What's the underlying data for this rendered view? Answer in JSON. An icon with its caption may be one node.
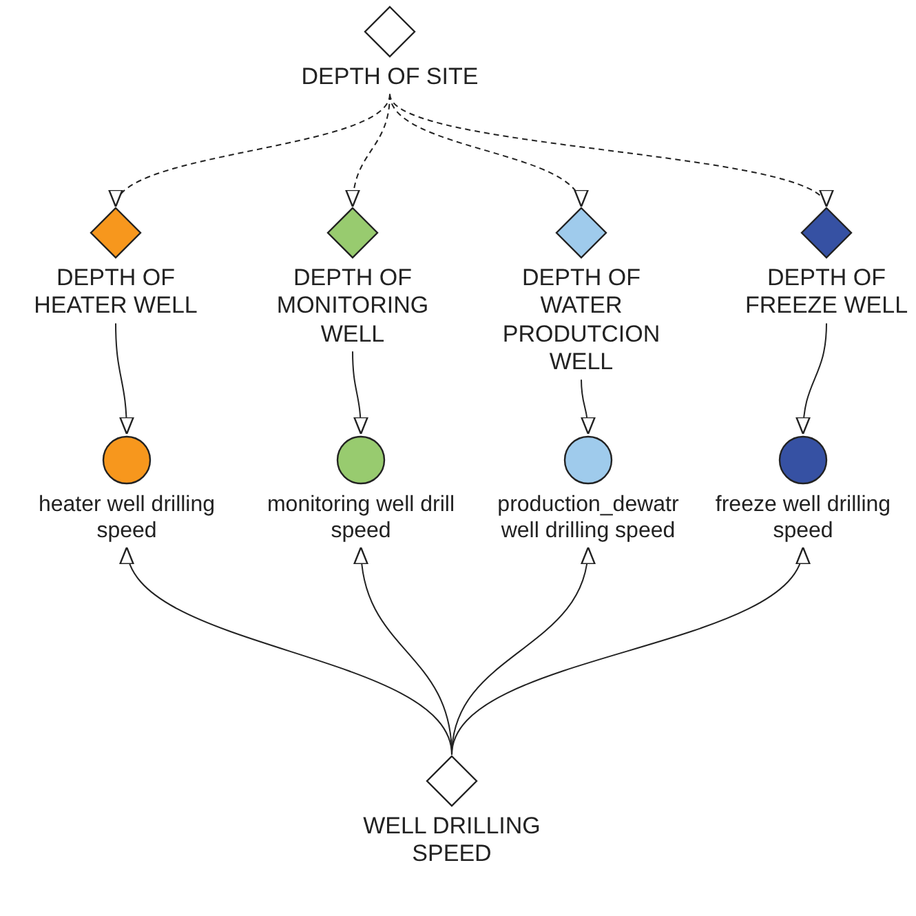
{
  "diagram": {
    "nodes": [
      {
        "text": [
          "DEPTH OF SITE"
        ]
      },
      {
        "text": [
          "DEPTH OF HEATER WELL"
        ]
      },
      {
        "text": [
          "DEPTH OF MONITORING WELL"
        ]
      },
      {
        "text": [
          "DEPTH OF WATER PRODUTCION WELL"
        ]
      },
      {
        "text": [
          "DEPTH OF FREEZE WELL"
        ]
      },
      {
        "text": [
          "heater well drilling speed"
        ]
      },
      {
        "text": [
          "monitoring well drill speed"
        ]
      },
      {
        "text": [
          "production_dewatr well drilling speed"
        ]
      },
      {
        "text": [
          "freeze well drilling speed"
        ]
      },
      {
        "text": [
          "WELL DRILLING SPEED"
        ]
      }
    ],
    "edges": [
      {
        "from": 0,
        "to": 1,
        "arrow": "to",
        "style": "dashed"
      },
      {
        "from": 0,
        "to": 2,
        "arrow": "to",
        "style": "dashed"
      },
      {
        "from": 0,
        "to": 3,
        "arrow": "to",
        "style": "dashed"
      },
      {
        "from": 0,
        "to": 4,
        "arrow": "to",
        "style": "dashed"
      },
      {
        "from": 1,
        "to": 5,
        "arrow": "to"
      },
      {
        "from": 2,
        "to": 6,
        "arrow": "to"
      },
      {
        "from": 3,
        "to": 7,
        "arrow": "to"
      },
      {
        "from": 4,
        "to": 8,
        "arrow": "to"
      },
      {
        "from": 9,
        "to": 5,
        "arrow": "to"
      },
      {
        "from": 9,
        "to": 6,
        "arrow": "to"
      },
      {
        "from": 9,
        "to": 7,
        "arrow": "to"
      },
      {
        "from": 9,
        "to": 8,
        "arrow": "to"
      }
    ]
  }
}
